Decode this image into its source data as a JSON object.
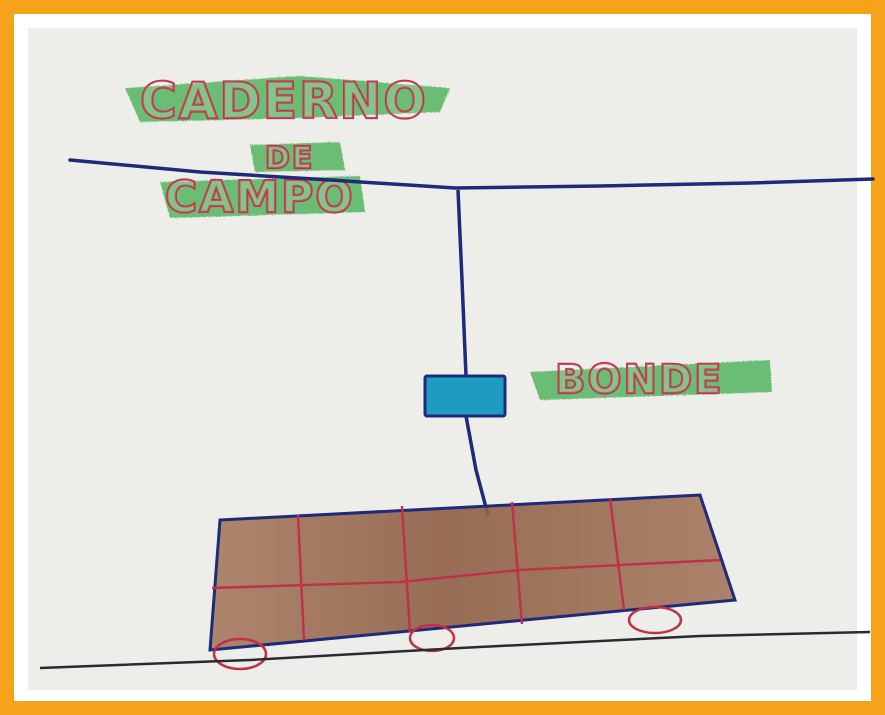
{
  "drawing": {
    "title_line1": "CADERNO",
    "title_line2": "DE",
    "title_line3": "CAMPO",
    "vehicle_label": "BONDE"
  },
  "colors": {
    "frame_border": "#F7A21B",
    "paper": "#EDEDEA",
    "ink_blue": "#1F2A7A",
    "ink_black": "#2A2A34",
    "lettering_red": "#C0304A",
    "lettering_green": "#3FAE4E",
    "cable_box": "#1E9BC0",
    "car_body": "#9A6A4E",
    "car_grid": "#C0304A"
  }
}
